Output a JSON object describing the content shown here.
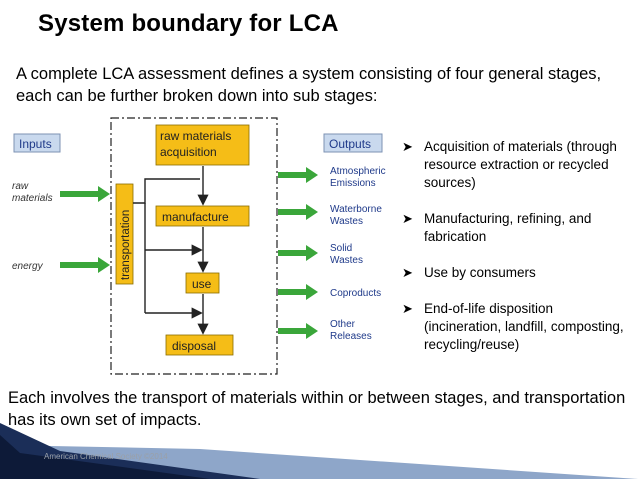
{
  "title": "System boundary for LCA",
  "intro": "A complete LCA assessment defines a system consisting of four general stages, each can be further broken down into sub stages:",
  "diagram": {
    "inputs_label": "Inputs",
    "outputs_label": "Outputs",
    "inputs": [
      "raw materials",
      "energy"
    ],
    "stages": [
      "raw materials acquisition",
      "manufacture",
      "use",
      "disposal"
    ],
    "transport_label": "transportation",
    "outputs": [
      "Atmospheric Emissions",
      "Waterborne Wastes",
      "Solid Wastes",
      "Coproducts",
      "Other Releases"
    ],
    "colors": {
      "stage_fill": "#f5bd17",
      "arrow": "#3aa63a",
      "header_fill": "#c9d9ee"
    }
  },
  "bullets": [
    "Acquisition of materials (through resource extraction or recycled sources)",
    "Manufacturing, refining, and fabrication",
    "Use by consumers",
    "End-of-life disposition (incineration, landfill, composting, recycling/reuse)"
  ],
  "footer": "Each involves the transport of materials within or between stages, and transportation has its own set of impacts.",
  "copyright": "American Chemical Society ©2014"
}
